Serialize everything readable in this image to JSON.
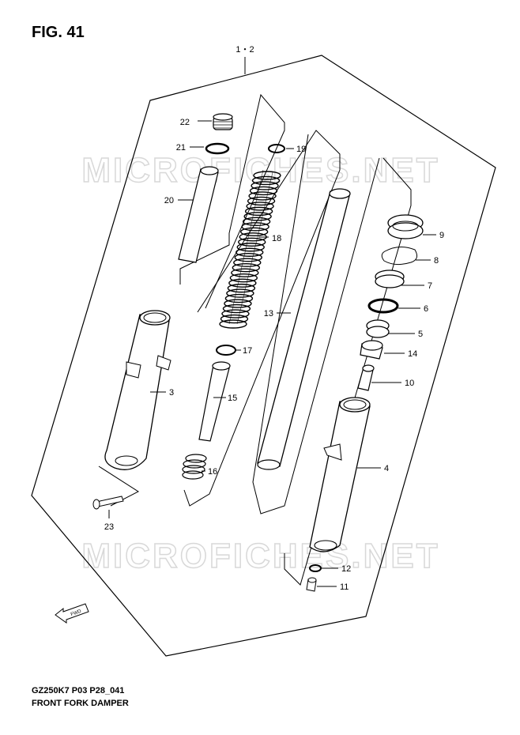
{
  "figure": {
    "title": "FIG. 41",
    "assembly_label": "1・2"
  },
  "watermark": "MICROFICHES.NET",
  "parts": [
    {
      "id": "22"
    },
    {
      "id": "21"
    },
    {
      "id": "19"
    },
    {
      "id": "20"
    },
    {
      "id": "18"
    },
    {
      "id": "17"
    },
    {
      "id": "15"
    },
    {
      "id": "16"
    },
    {
      "id": "3"
    },
    {
      "id": "23"
    },
    {
      "id": "13"
    },
    {
      "id": "9"
    },
    {
      "id": "8"
    },
    {
      "id": "7"
    },
    {
      "id": "6"
    },
    {
      "id": "5"
    },
    {
      "id": "14"
    },
    {
      "id": "10"
    },
    {
      "id": "4"
    },
    {
      "id": "12"
    },
    {
      "id": "11"
    }
  ],
  "fwd_label": "FWD",
  "footer": {
    "code": "GZ250K7 P03 P28_041",
    "title": "FRONT FORK  DAMPER"
  }
}
